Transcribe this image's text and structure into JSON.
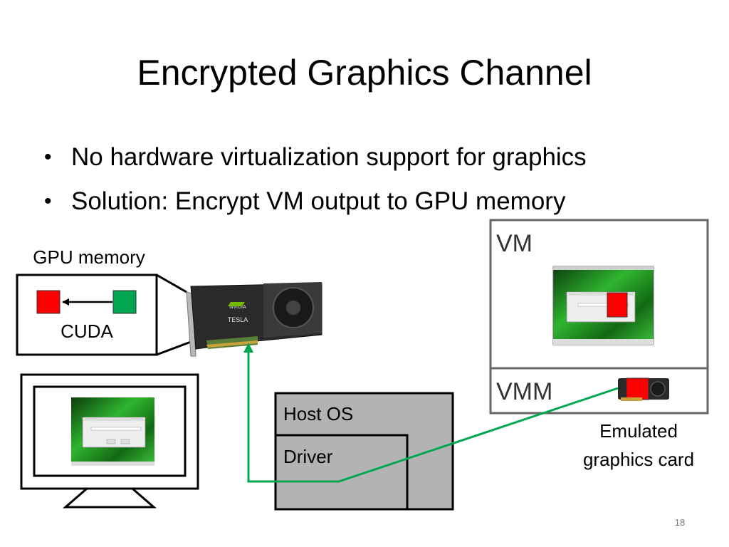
{
  "slide": {
    "title": "Encrypted Graphics Channel",
    "bullets": [
      "No hardware virtualization support for graphics",
      "Solution: Encrypt VM output to GPU memory"
    ],
    "page_number": "18"
  },
  "diagram": {
    "gpu_memory_label": "GPU memory",
    "cuda_label": "CUDA",
    "gpu_card_text": {
      "brand": "NVIDIA",
      "model": "TESLA"
    },
    "host_os_label": "Host OS",
    "driver_label": "Driver",
    "vm_label": "VM",
    "vmm_label": "VMM",
    "emulated_label_line1": "Emulated",
    "emulated_label_line2": "graphics card"
  },
  "colors": {
    "encrypted_block": "#ff0000",
    "plain_block": "#00a650",
    "connector_line": "#00a650",
    "host_box": "#b3b3b3",
    "vm_screen_green": "#1f8a1f"
  }
}
